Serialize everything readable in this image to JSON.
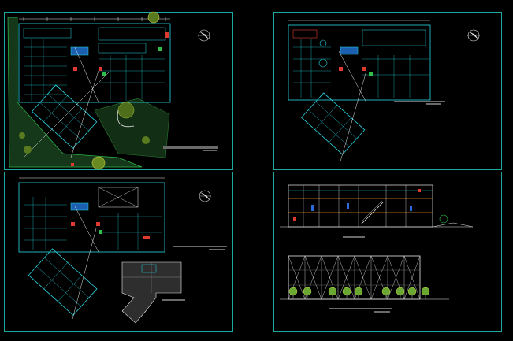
{
  "app": {
    "title": "",
    "background": "#000000",
    "frame_color": "#1fa8a0"
  },
  "sheets": [
    {
      "id": "floor-plan-1",
      "kind": "plan"
    },
    {
      "id": "floor-plan-2",
      "kind": "plan"
    },
    {
      "id": "floor-plan-3",
      "kind": "plan"
    },
    {
      "id": "section-elevation",
      "kind": "elevation"
    }
  ],
  "icons": {
    "north_arrow": "compass-icon",
    "tree": "tree-icon"
  },
  "colors": {
    "cyan": "#29d9e6",
    "red": "#e0392f",
    "green": "#2fbf4a",
    "white": "#e8e8e8",
    "yellow": "#e6d13a",
    "dark_green": "#2a5a2c",
    "orange": "#e08a2a",
    "blue": "#2a6ad9"
  }
}
